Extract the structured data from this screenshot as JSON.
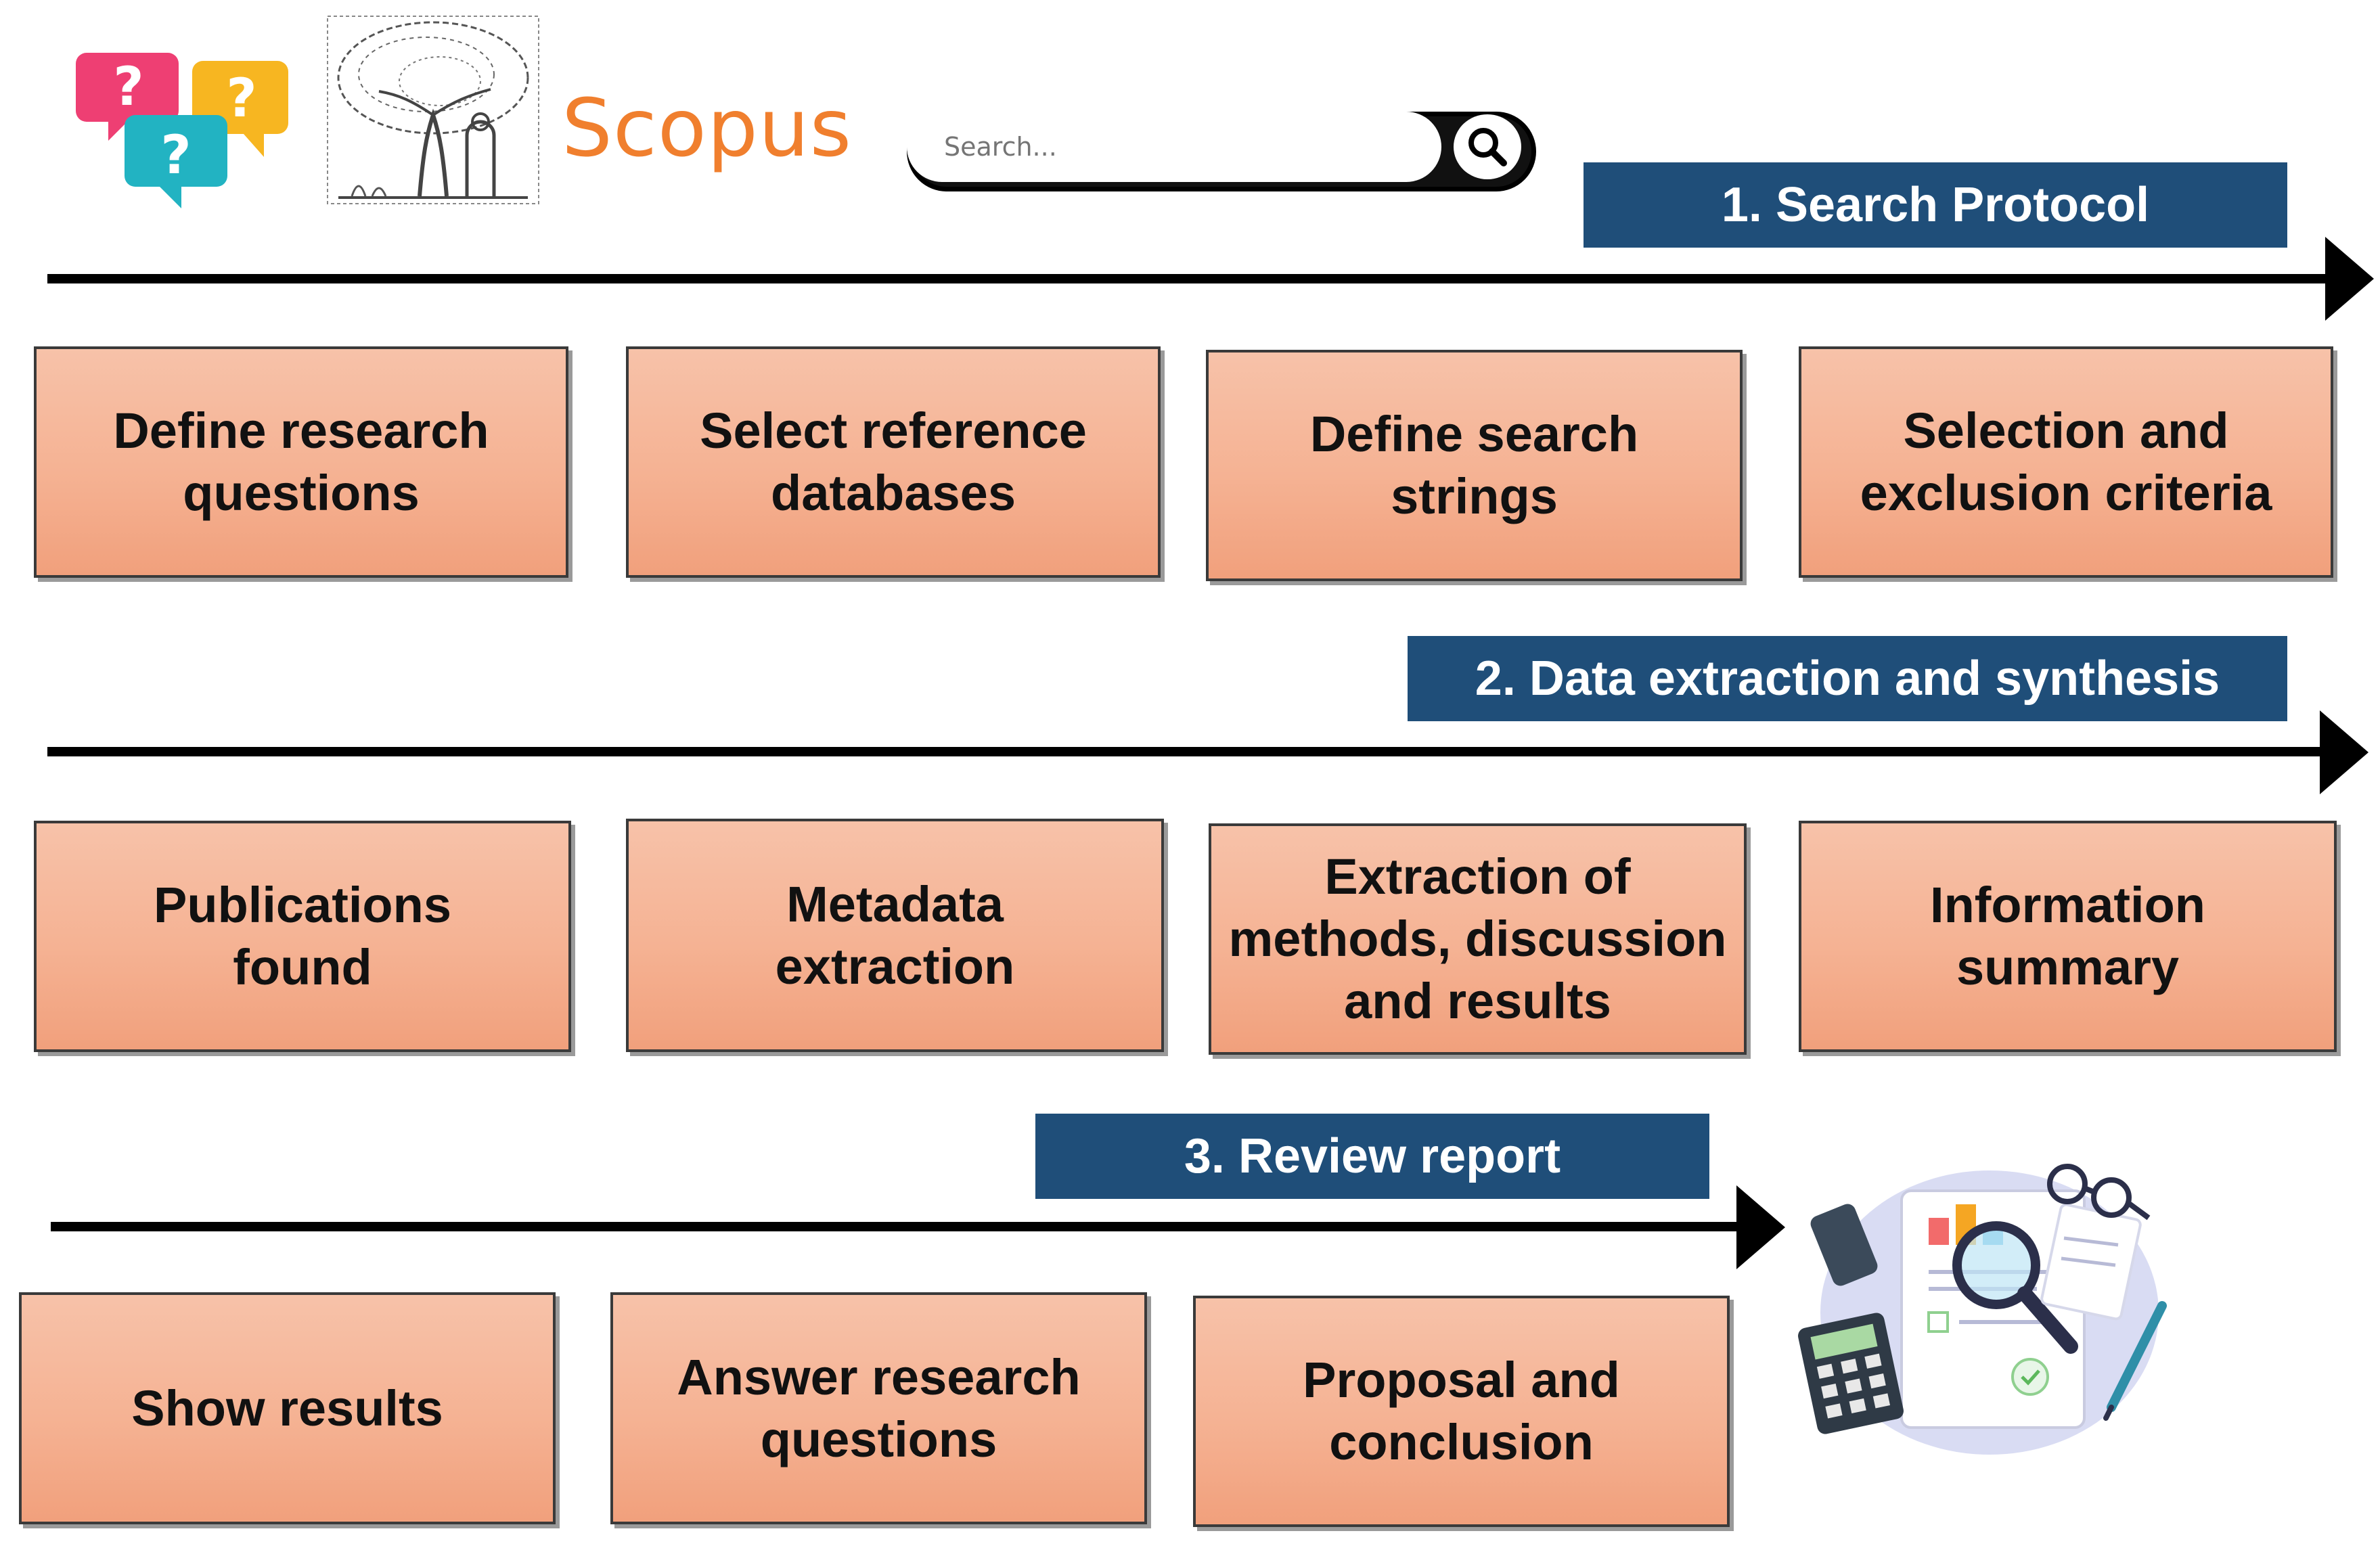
{
  "header": {
    "brand": "Scopus",
    "search": {
      "placeholder": "Search..."
    }
  },
  "stages": [
    {
      "title": "1. Search Protocol"
    },
    {
      "title": "2. Data extraction and synthesis"
    },
    {
      "title": "3. Review report"
    }
  ],
  "steps": {
    "row1": [
      "Define research\nquestions",
      "Select reference\ndatabases",
      "Define search\nstrings",
      "Selection and\nexclusion criteria"
    ],
    "row2": [
      "Publications\nfound",
      "Metadata\nextraction",
      "Extraction of\nmethods, discussion\nand results",
      "Information\nsummary"
    ],
    "row3": [
      "Show results",
      "Answer research\nquestions",
      "Proposal and\nconclusion"
    ]
  },
  "colors": {
    "banner": "#1f4e79",
    "step_fill": "#f5b293",
    "brand": "#f07f2e"
  },
  "icons": [
    "question-bubbles-icon",
    "elsevier-tree-logo",
    "search-icon",
    "report-analysis-illustration"
  ]
}
